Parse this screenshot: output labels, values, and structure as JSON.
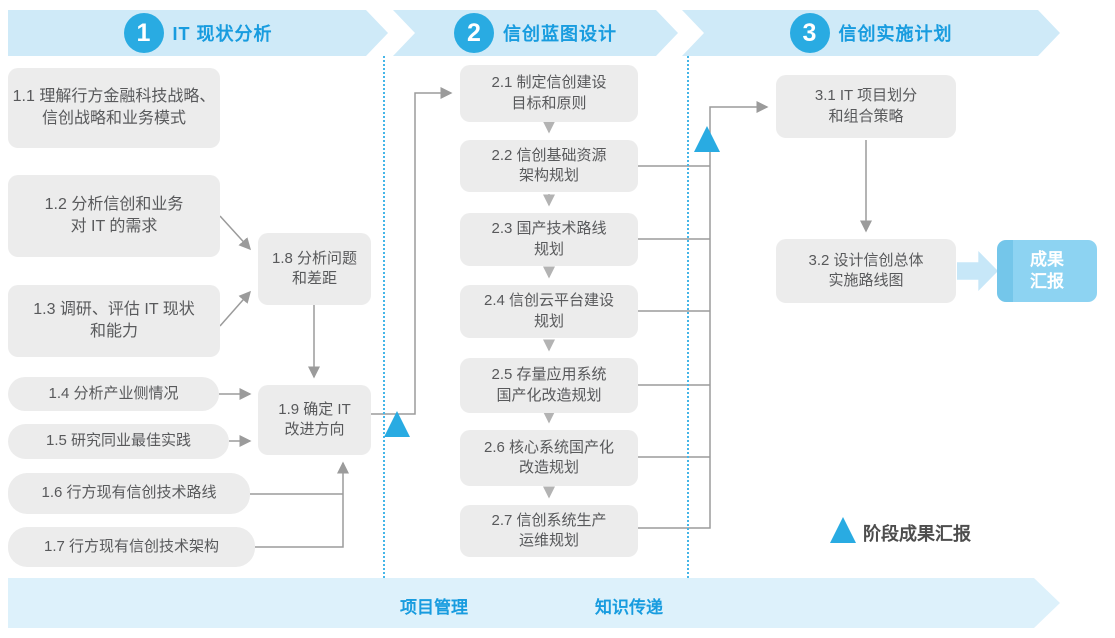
{
  "phases": [
    {
      "num": "1",
      "title": "IT 现状分析"
    },
    {
      "num": "2",
      "title": "信创蓝图设计"
    },
    {
      "num": "3",
      "title": "信创实施计划"
    }
  ],
  "phase1_steps": [
    {
      "id": "1.1",
      "label": "1.1 理解行方金融科技战略、\n信创战略和业务模式"
    },
    {
      "id": "1.2",
      "label": "1.2 分析信创和业务\n对 IT 的需求"
    },
    {
      "id": "1.3",
      "label": "1.3 调研、评估 IT 现状\n和能力"
    },
    {
      "id": "1.4",
      "label": "1.4 分析产业侧情况"
    },
    {
      "id": "1.5",
      "label": "1.5 研究同业最佳实践"
    },
    {
      "id": "1.6",
      "label": "1.6 行方现有信创技术路线"
    },
    {
      "id": "1.7",
      "label": "1.7 行方现有信创技术架构"
    },
    {
      "id": "1.8",
      "label": "1.8 分析问题\n和差距"
    },
    {
      "id": "1.9",
      "label": "1.9 确定 IT\n改进方向"
    }
  ],
  "phase2_steps": [
    {
      "id": "2.1",
      "label": "2.1 制定信创建设\n目标和原则"
    },
    {
      "id": "2.2",
      "label": "2.2 信创基础资源\n架构规划"
    },
    {
      "id": "2.3",
      "label": "2.3 国产技术路线\n规划"
    },
    {
      "id": "2.4",
      "label": "2.4 信创云平台建设\n规划"
    },
    {
      "id": "2.5",
      "label": "2.5 存量应用系统\n国产化改造规划"
    },
    {
      "id": "2.6",
      "label": "2.6 核心系统国产化\n改造规划"
    },
    {
      "id": "2.7",
      "label": "2.7 信创系统生产\n运维规划"
    }
  ],
  "phase3_steps": [
    {
      "id": "3.1",
      "label": "3.1 IT 项目划分\n和组合策略"
    },
    {
      "id": "3.2",
      "label": "3.2 设计信创总体\n实施路线图"
    }
  ],
  "outcome_box": {
    "label": "成果\n汇报"
  },
  "legend": {
    "label": "阶段成果汇报"
  },
  "bottom_band": {
    "left_label": "项目管理",
    "right_label": "知识传递"
  },
  "colors": {
    "accent_blue": "#29abe2",
    "band_blue": "#cfeaf8",
    "title_blue": "#189cdf",
    "box_gray": "#ececec",
    "text_gray": "#58595b",
    "connector_gray": "#9b9b9b",
    "outcome_blue": "#8dd3f2",
    "bottom_band_blue": "#ddf1fb"
  }
}
